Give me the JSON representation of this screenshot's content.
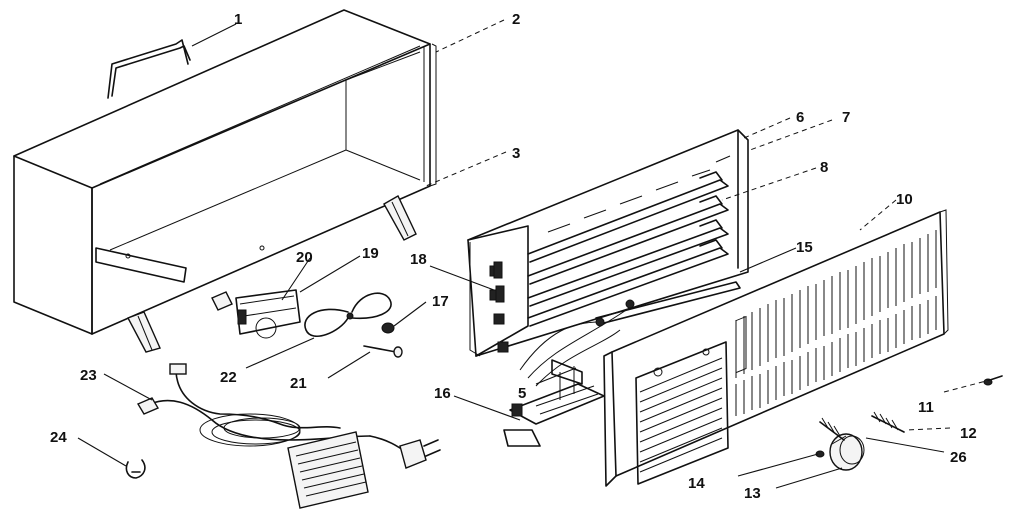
{
  "diagram": {
    "type": "exploded-parts-view",
    "callouts": [
      {
        "id": "1",
        "label": "1"
      },
      {
        "id": "2",
        "label": "2"
      },
      {
        "id": "3",
        "label": "3"
      },
      {
        "id": "5",
        "label": "5"
      },
      {
        "id": "6",
        "label": "6"
      },
      {
        "id": "7",
        "label": "7"
      },
      {
        "id": "8",
        "label": "8"
      },
      {
        "id": "10",
        "label": "10"
      },
      {
        "id": "11",
        "label": "11"
      },
      {
        "id": "12",
        "label": "12"
      },
      {
        "id": "13",
        "label": "13"
      },
      {
        "id": "14",
        "label": "14"
      },
      {
        "id": "15",
        "label": "15"
      },
      {
        "id": "16",
        "label": "16"
      },
      {
        "id": "17",
        "label": "17"
      },
      {
        "id": "18",
        "label": "18"
      },
      {
        "id": "19",
        "label": "19"
      },
      {
        "id": "20",
        "label": "20"
      },
      {
        "id": "21",
        "label": "21"
      },
      {
        "id": "22",
        "label": "22"
      },
      {
        "id": "23",
        "label": "23"
      },
      {
        "id": "24",
        "label": "24"
      },
      {
        "id": "26",
        "label": "26"
      }
    ]
  }
}
